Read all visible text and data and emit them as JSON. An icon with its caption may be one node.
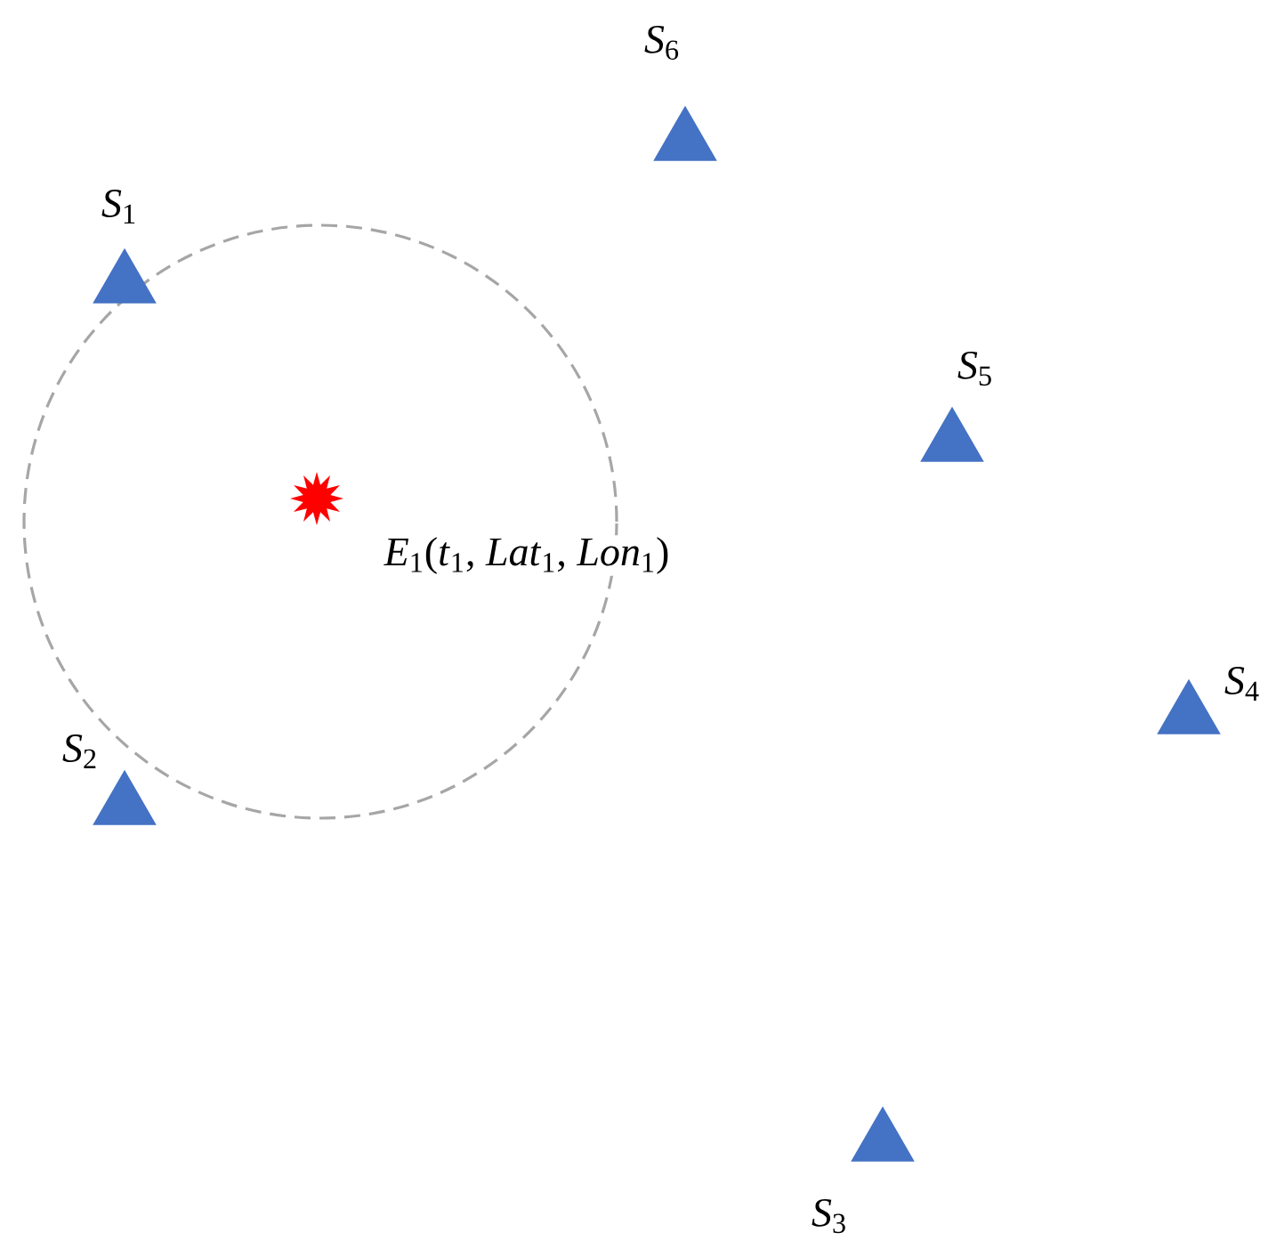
{
  "diagram": {
    "nodes": [
      {
        "text": [],
        "shape": "circle"
      },
      {
        "text": [
          "*E*$_{1}$(*t*$_{1}$, *Lat*$_{1}$, *Lon*$_{1}$)"
        ],
        "in": 0
      },
      {
        "text": [],
        "shape": "triangle",
        "beside": [
          "*S*$_{1}$"
        ]
      },
      {
        "text": [],
        "shape": "triangle",
        "beside": [
          "*S*$_{2}$"
        ]
      },
      {
        "text": [],
        "shape": "triangle",
        "beside": [
          "*S*$_{3}$"
        ]
      },
      {
        "text": [],
        "shape": "triangle",
        "beside": [
          "*S*$_{4}$"
        ]
      },
      {
        "text": [],
        "shape": "triangle",
        "beside": [
          "*S*$_{5}$"
        ]
      },
      {
        "text": [],
        "shape": "triangle",
        "beside": [
          "*S*$_{6}$"
        ]
      }
    ]
  }
}
